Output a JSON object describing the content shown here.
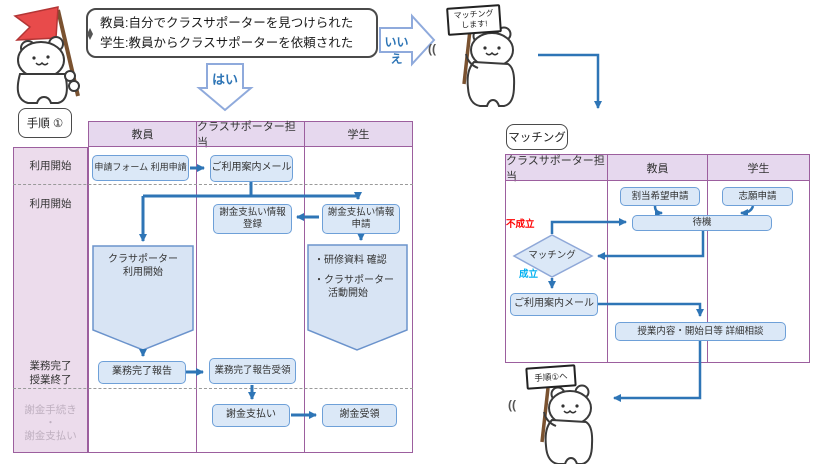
{
  "top": {
    "description_line1": "教員:自分でクラスサポーターを見つけられた",
    "description_line2": "学生:教員からクラスサポーターを依頼された",
    "yes_label": "はい",
    "no_label": "いいえ",
    "sign_top_line1": "マッチング",
    "sign_top_line2": "します!"
  },
  "left_flow": {
    "tag": "手順 ①",
    "columns": [
      "教員",
      "クラスサポーター担当",
      "学生"
    ],
    "row1_label": "利用開始",
    "row2_label": "利用開始",
    "row3_label_line1": "業務完了",
    "row3_label_line2": "授業終了",
    "row4_label_line1": "謝金手続き",
    "row4_label_line2": "・",
    "row4_label_line3": "謝金支払い",
    "boxes": {
      "apply_form": "申請フォーム 利用申請",
      "guide_mail": "ご利用案内メール",
      "pay_info_register_line1": "謝金支払い情報",
      "pay_info_register_line2": "登録",
      "pay_info_apply_line1": "謝金支払い情報",
      "pay_info_apply_line2": "申請",
      "supporter_start_line1": "クラサポーター",
      "supporter_start_line2": "利用開始",
      "student_item1": "・研修資料 確認",
      "student_item2": "・クラサポーター",
      "student_item3": "活動開始",
      "work_report": "業務完了報告",
      "work_report_receive": "業務完了報告受領",
      "payment": "謝金支払い",
      "payment_receive": "謝金受領"
    }
  },
  "right_flow": {
    "tag": "マッチング",
    "columns": [
      "クラスサポーター担当",
      "教員",
      "学生"
    ],
    "boxes": {
      "assign_request": "割当希望申請",
      "volunteer_request": "志願申請",
      "wait": "待機",
      "matching": "マッチング",
      "not_matched": "不成立",
      "matched": "成立",
      "guide_mail": "ご利用案内メール",
      "consult": "授業内容・開始日等 詳細相談"
    },
    "sign_bottom": "手順①へ"
  },
  "colors": {
    "arrow_blue": "#2e75b6",
    "not_matched_red": "#ff0000",
    "matched_blue": "#00b0f0",
    "table_border_purple": "#9c5f9e"
  }
}
